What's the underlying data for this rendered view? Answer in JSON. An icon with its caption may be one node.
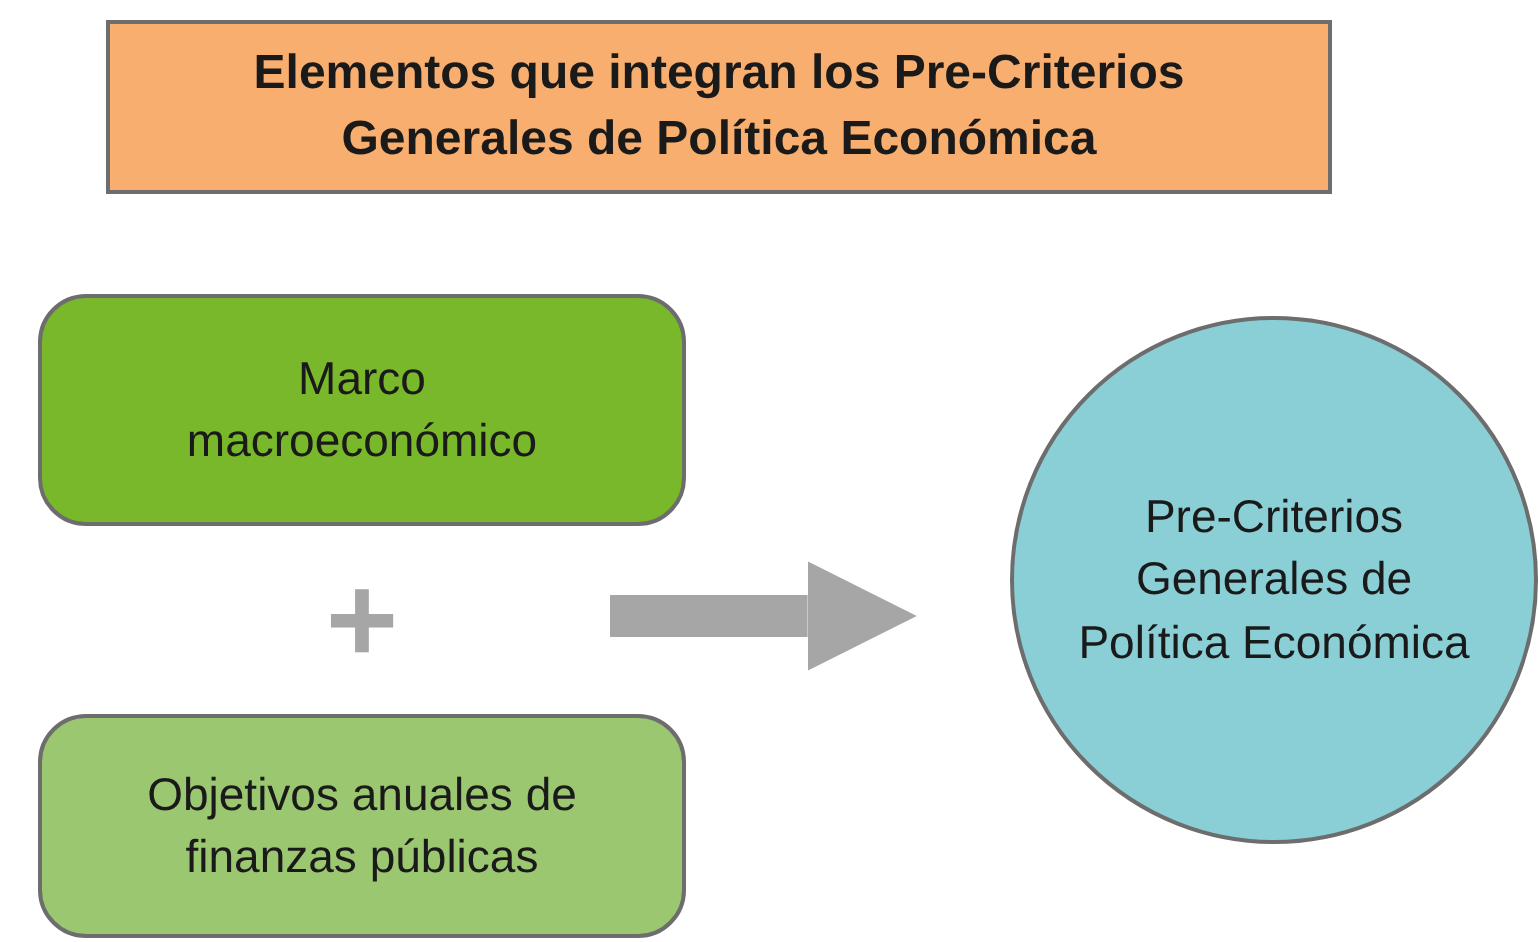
{
  "diagram": {
    "nodes": [
      {
        "text": [
          "Elementos que integran los Pre-Criterios Generales de Política Económica"
        ]
      },
      {
        "text": [
          "Marco macroeconómico"
        ]
      },
      {
        "text": [
          "Objetivos anuales de finanzas públicas"
        ]
      },
      {
        "text": [
          "Pre-Criterios Generales de Política Económica"
        ]
      }
    ],
    "edges": [
      {
        "from": null,
        "to": 3,
        "arrow": "to"
      }
    ],
    "labels": [
      "+"
    ]
  }
}
